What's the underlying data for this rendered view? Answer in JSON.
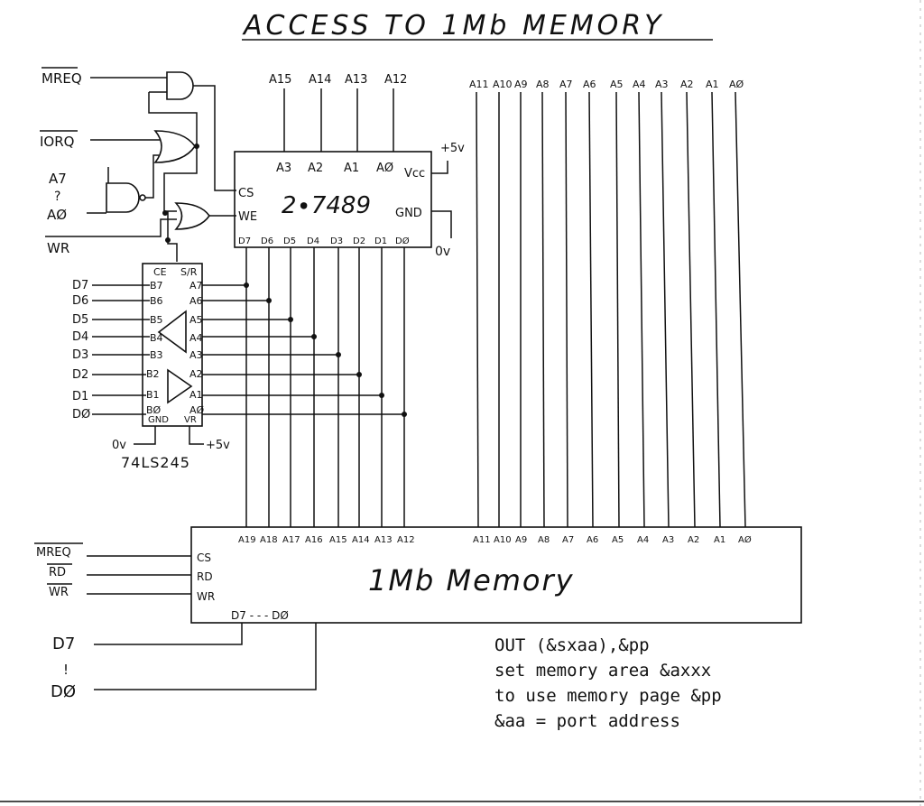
{
  "title": "ACCESS TO 1Mb MEMORY",
  "control_signals": {
    "mreq": "MREQ",
    "iorq": "IORQ",
    "a7": "A7",
    "dots": "?",
    "a0": "AØ",
    "wr": "WR"
  },
  "chip_7489": {
    "label": "2∙7489",
    "cs": "CS",
    "we": "WE",
    "vcc": "Vcc",
    "gnd": "GND",
    "plus5": "+5v",
    "zero_v": "0v",
    "addr_inputs": [
      "A15",
      "A14",
      "A13",
      "A12"
    ],
    "addr_pins": [
      "A3",
      "A2",
      "A1",
      "AØ"
    ],
    "data_pins": [
      "D7",
      "D6",
      "D5",
      "D4",
      "D3",
      "D2",
      "D1",
      "DØ"
    ]
  },
  "chip_245": {
    "part": "74LS245",
    "ce": "CE",
    "sr": "S/R",
    "gnd": "GND",
    "vr": "VR",
    "zero_v": "0v",
    "plus5": "+5v",
    "b_pins": [
      "B7",
      "B6",
      "B5",
      "B4",
      "B3",
      "B2",
      "B1",
      "BØ"
    ],
    "a_pins": [
      "A7",
      "A6",
      "A5",
      "A4",
      "A3",
      "A2",
      "A1",
      "AØ"
    ],
    "data_inputs": [
      "D7",
      "D6",
      "D5",
      "D4",
      "D3",
      "D2",
      "D1",
      "DØ"
    ]
  },
  "low_address_lines": [
    "A11",
    "A10",
    "A9",
    "A8",
    "A7",
    "A6",
    "A5",
    "A4",
    "A3",
    "A2",
    "A1",
    "AØ"
  ],
  "memory": {
    "label": "1Mb Memory",
    "high_pins": [
      "A19",
      "A18",
      "A17",
      "A16",
      "A15",
      "A14",
      "A13",
      "A12"
    ],
    "low_pins": [
      "A11",
      "A10",
      "A9",
      "A8",
      "A7",
      "A6",
      "A5",
      "A4",
      "A3",
      "A2",
      "A1",
      "AØ"
    ],
    "ctrl_pins": [
      "CS",
      "RD",
      "WR"
    ],
    "ctrl_inputs": [
      "MREQ",
      "RD",
      "WR"
    ],
    "data_bus": "D7 - - - DØ",
    "d7": "D7",
    "dots": "!",
    "d0": "DØ"
  },
  "notes": [
    "OUT (&sxaa),&pp",
    "set memory area &axxx",
    "to use memory page &pp",
    "&aa = port address"
  ]
}
